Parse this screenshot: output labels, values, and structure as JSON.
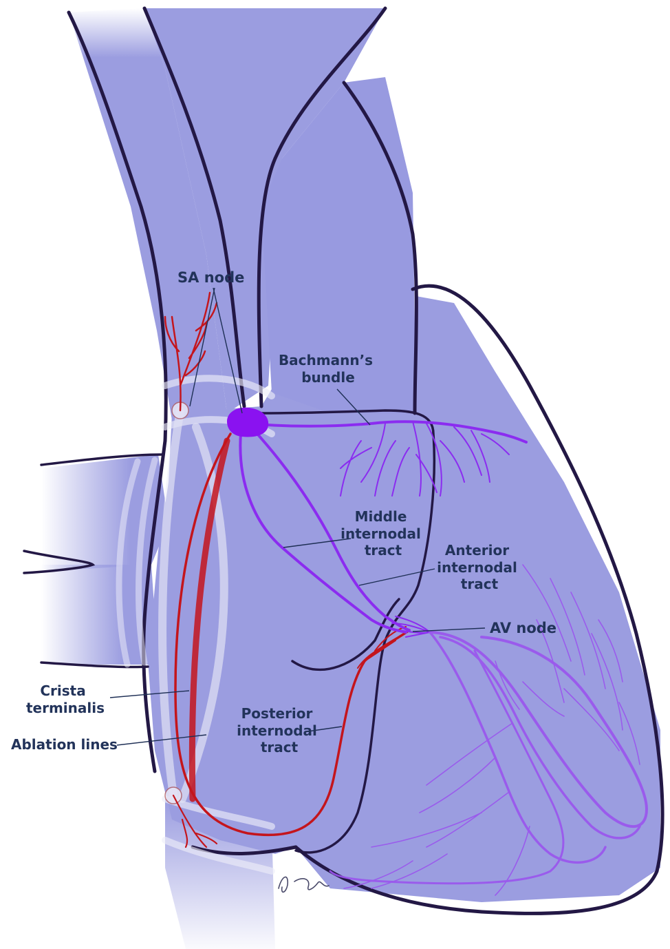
{
  "labels": {
    "sa_node": "SA node",
    "bachmanns_bundle": [
      "Bachmann’s",
      "bundle"
    ],
    "middle_internodal_tract": [
      "Middle",
      "internodal",
      "tract"
    ],
    "anterior_internodal_tract": [
      "Anterior",
      "internodal",
      "tract"
    ],
    "av_node": "AV node",
    "crista_terminalis": [
      "Crista",
      "terminalis"
    ],
    "ablation_lines": "Ablation lines",
    "posterior_internodal_tract": [
      "Posterior",
      "internodal",
      "tract"
    ]
  },
  "colors": {
    "tissue": "#9b9de0",
    "outline": "#231845",
    "conduction_pathways": "#8b2cf0",
    "posterior_tract": "#c4151c",
    "crista_terminalis": "#b8284a",
    "ablation_lines": "#e6e6f2",
    "sa_node": "#8a12f0",
    "label_text": "#22335a"
  },
  "signature": "A. Gustafil"
}
